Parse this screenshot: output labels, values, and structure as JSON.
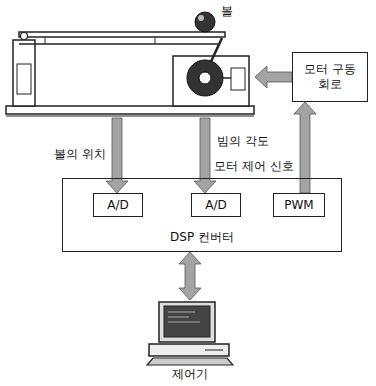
{
  "diagram": {
    "nodes": [
      {
        "text": [
          "볼"
        ]
      },
      {
        "text": [
          "모터 구동 회로"
        ]
      },
      {
        "text": [
          "DSP 컨버터"
        ]
      },
      {
        "text": [
          "A/D"
        ],
        "in": 2
      },
      {
        "text": [
          "A/D"
        ],
        "in": 2
      },
      {
        "text": [
          "PWM"
        ],
        "in": 2
      },
      {
        "text": [
          "제어기"
        ]
      }
    ],
    "edges": [
      {
        "from": 1,
        "to": 0,
        "arrow": "to"
      },
      {
        "from": 0,
        "to": 3,
        "label": "볼의 위치",
        "arrow": "to"
      },
      {
        "from": 0,
        "to": 4,
        "label": "빔의 각도",
        "arrow": "to"
      },
      {
        "from": 5,
        "to": 1,
        "label": "모터 제어 신호",
        "arrow": "to"
      },
      {
        "from": 2,
        "to": 6,
        "arrow": "both"
      }
    ]
  }
}
